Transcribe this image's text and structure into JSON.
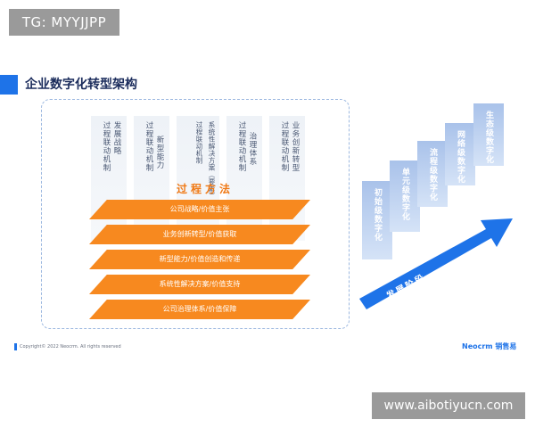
{
  "watermark_top": "TG: MYYJJPP",
  "watermark_bottom": "www.aibotiyucn.com",
  "title": "企业数字化转型架构",
  "columns": [
    {
      "line1": "发展战略",
      "line2": "过程联动机制"
    },
    {
      "line1": "新型能力",
      "line2": "过程联动机制"
    },
    {
      "line1": "系统性解决方案（要素）",
      "line2": "过程联动机制"
    },
    {
      "line1": "治理体系",
      "line2": "过程联动机制"
    },
    {
      "line1": "业务创新转型",
      "line2": "过程联动机制"
    }
  ],
  "method_label": "过程方法",
  "layers": [
    "公司战略/价值主张",
    "业务创新转型/价值获取",
    "新型能力/价值创造和传递",
    "系统性解决方案/价值支持",
    "公司治理体系/价值保障"
  ],
  "stages": [
    "初始级数字化",
    "单元级数字化",
    "流程级数字化",
    "网络级数字化",
    "生态级数字化"
  ],
  "arrow_label": "发展阶段",
  "footer": "Copyright© 2022 Neocrm. All rights reserved",
  "brand": "Neocrm 销售易",
  "colors": {
    "accent_blue": "#1e73e8",
    "orange": "#f7891f",
    "stair_blue": "#a9c2ea",
    "title_navy": "#1b2c5c"
  }
}
